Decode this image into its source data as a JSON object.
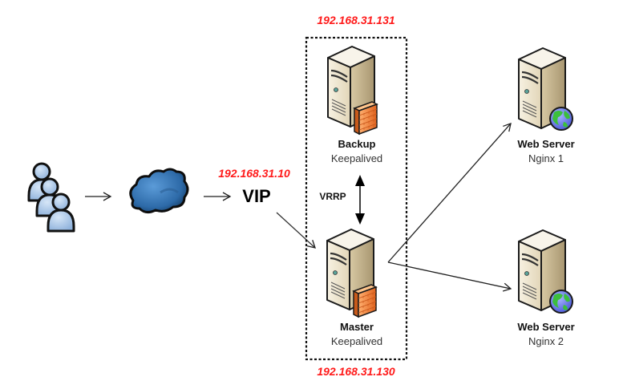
{
  "diagram": {
    "title": "Keepalived high-availability Nginx architecture",
    "nodes": {
      "users": {
        "icon": "users-icon"
      },
      "internet": {
        "icon": "cloud-icon"
      },
      "vip": {
        "label": "VIP",
        "ip": "192.168.31.10"
      },
      "backup": {
        "name": "Backup",
        "role": "Keepalived",
        "ip": "192.168.31.131",
        "icon": "firewall-server-icon"
      },
      "master": {
        "name": "Master",
        "role": "Keepalived",
        "ip": "192.168.31.130",
        "icon": "firewall-server-icon"
      },
      "web1": {
        "name": "Web Server",
        "role": "Nginx 1",
        "icon": "web-server-icon"
      },
      "web2": {
        "name": "Web Server",
        "role": "Nginx 2",
        "icon": "web-server-icon"
      }
    },
    "edges": [
      {
        "from": "users",
        "to": "internet"
      },
      {
        "from": "internet",
        "to": "vip"
      },
      {
        "from": "vip",
        "to": "master"
      },
      {
        "from": "backup",
        "to": "master",
        "label": "VRRP",
        "bidirectional": true
      },
      {
        "from": "master",
        "to": "web1"
      },
      {
        "from": "master",
        "to": "web2"
      }
    ],
    "colors": {
      "ip_text": "#ff1a1a",
      "server_body": "#efe7d3",
      "firewall": "#f08a3c",
      "cloud": "#3a78b5",
      "user": "#a9c6e8"
    }
  }
}
